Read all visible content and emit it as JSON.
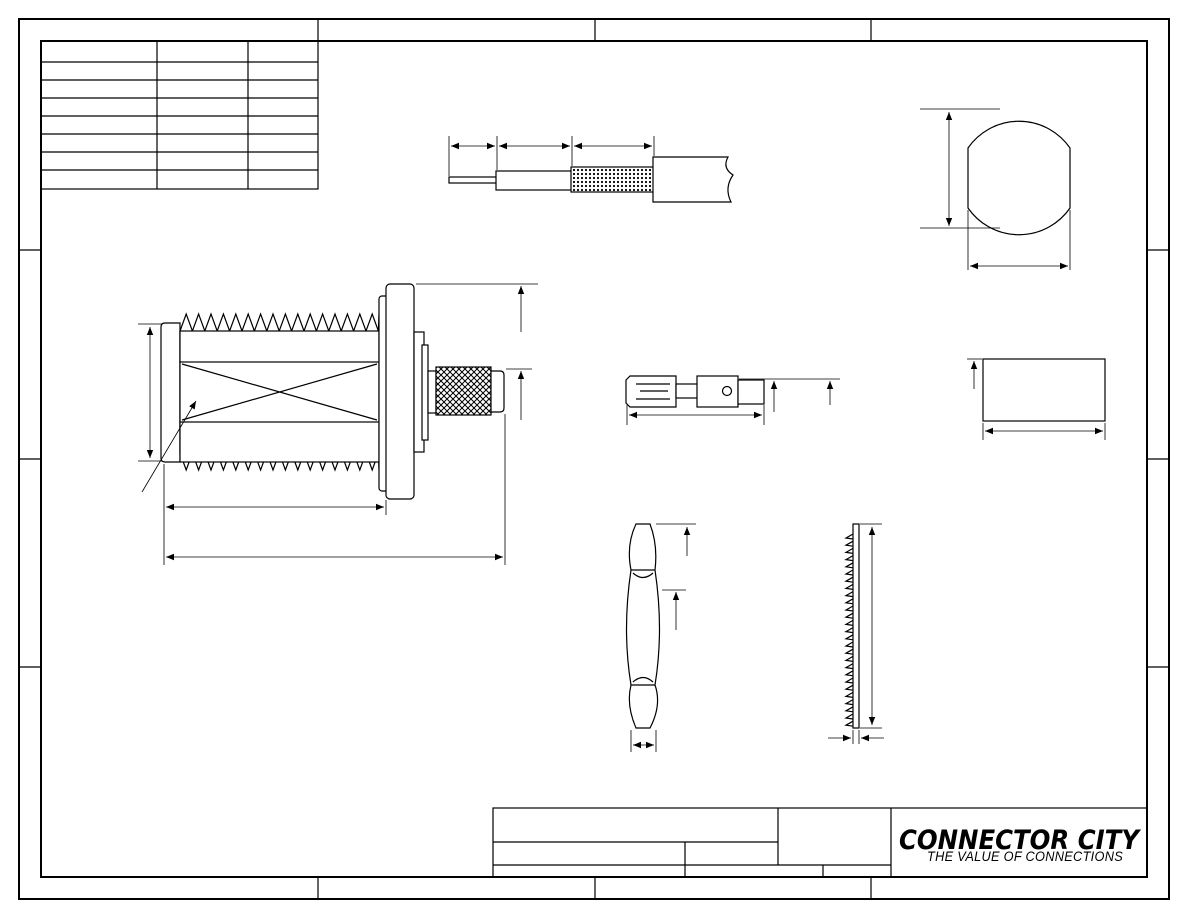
{
  "logo": {
    "name": "CONNECTOR CITY",
    "tagline": "THE VALUE OF CONNECTIONS"
  },
  "drawing": {
    "views": [
      "connector-body",
      "cable-strip",
      "d-flat-cutout",
      "center-contact",
      "ferrule",
      "hex-nut",
      "lock-washer"
    ]
  }
}
